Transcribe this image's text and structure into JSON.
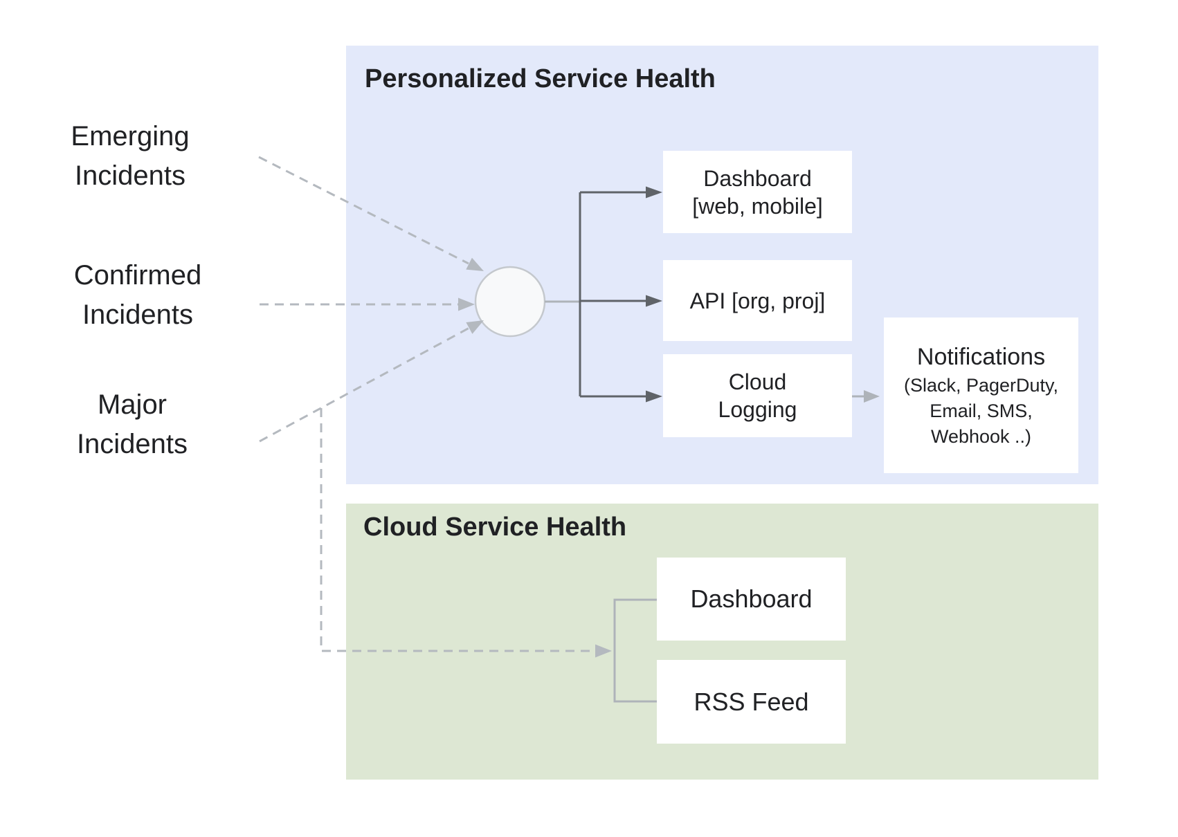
{
  "colors": {
    "panel-blue": "#e3e9fa",
    "panel-green": "#dde7d3",
    "box-bg": "#ffffff",
    "ink": "#202124",
    "line-dark": "#5f6368",
    "line-light": "#aeb3b9",
    "line-dashed": "#b4b9bf",
    "hub-fill": "#f8f9fa",
    "hub-stroke": "#c4c8cd"
  },
  "sources": [
    {
      "lines": [
        "Emerging",
        "Incidents"
      ]
    },
    {
      "lines": [
        "Confirmed",
        "Incidents"
      ]
    },
    {
      "lines": [
        "Major",
        "Incidents"
      ]
    }
  ],
  "personalized": {
    "title": "Personalized Service Health",
    "boxes": {
      "dashboard": {
        "lines": [
          "Dashboard",
          "[web, mobile]"
        ]
      },
      "api": {
        "label": "API [org, proj]"
      },
      "cloud_logging": {
        "lines": [
          "Cloud",
          "Logging"
        ]
      },
      "notifications": {
        "title": "Notifications",
        "sub_lines": [
          "(Slack, PagerDuty,",
          "Email, SMS,",
          "Webhook ..)"
        ]
      }
    }
  },
  "cloud": {
    "title": "Cloud Service Health",
    "boxes": {
      "dashboard": {
        "label": "Dashboard"
      },
      "rss": {
        "label": "RSS Feed"
      }
    }
  }
}
